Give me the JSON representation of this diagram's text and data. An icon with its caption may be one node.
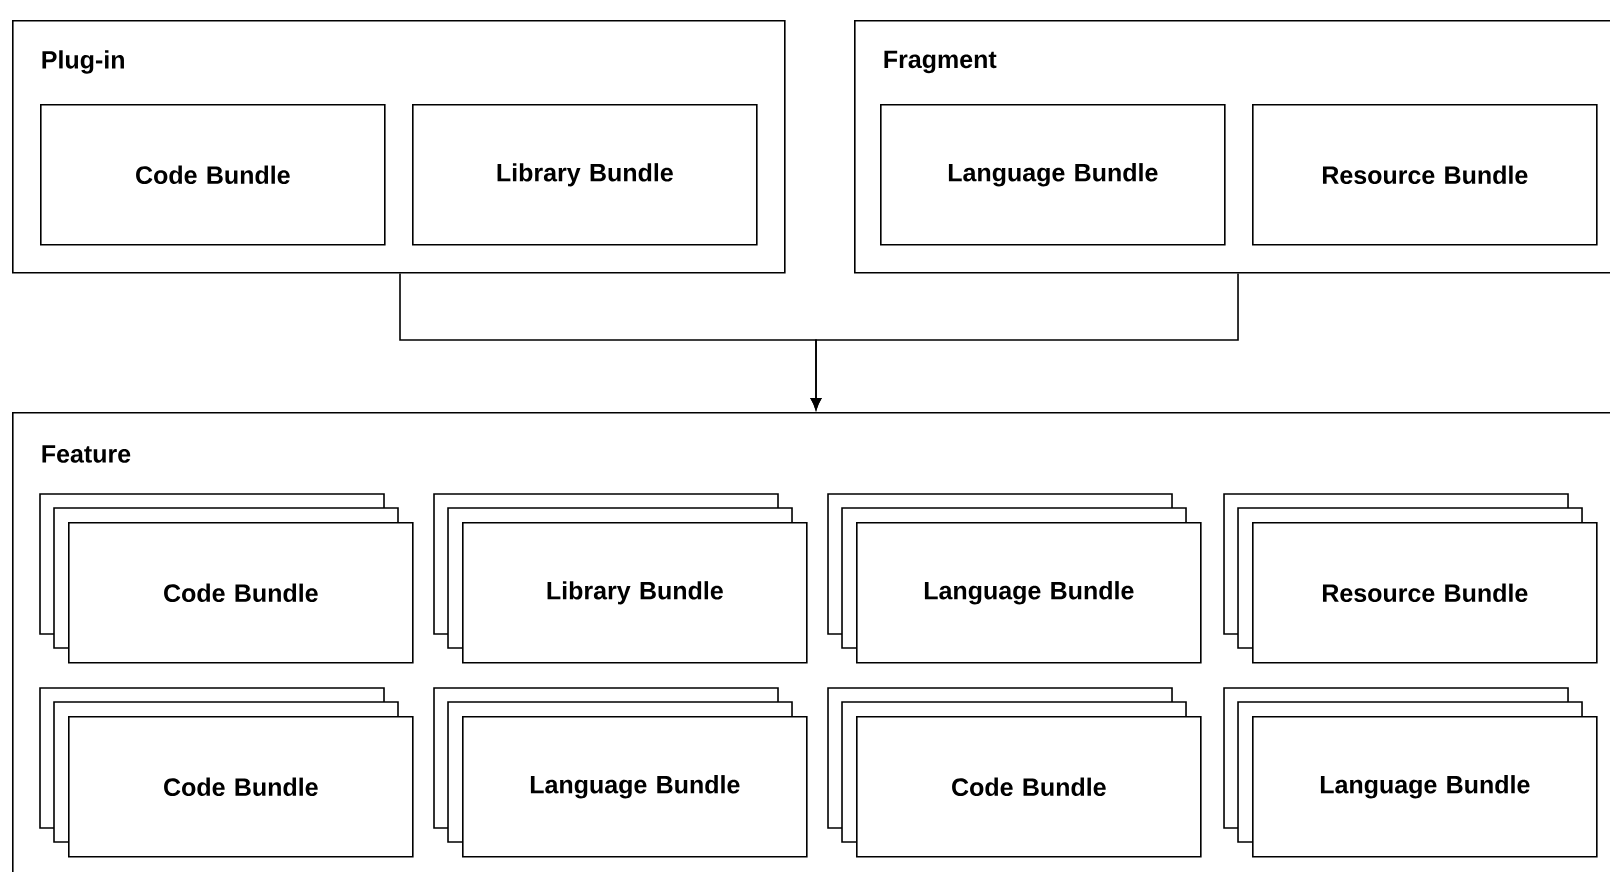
{
  "diagram": {
    "nodes": [
      {
        "text": [
          "Plug-in"
        ]
      },
      {
        "text": [
          "Code Bundle"
        ],
        "in": 0
      },
      {
        "text": [
          "Library Bundle"
        ],
        "in": 0
      },
      {
        "text": [
          "Fragment"
        ]
      },
      {
        "text": [
          "Language Bundle"
        ],
        "in": 3
      },
      {
        "text": [
          "Resource Bundle"
        ],
        "in": 3
      },
      {
        "text": [
          "Feature"
        ]
      },
      {
        "text": [
          "Code Bundle"
        ],
        "in": 6
      },
      {
        "text": [
          "Library Bundle"
        ],
        "in": 6
      },
      {
        "text": [
          "Language Bundle"
        ],
        "in": 6
      },
      {
        "text": [
          "Resource Bundle"
        ],
        "in": 6
      },
      {
        "text": [
          "Code Bundle"
        ],
        "in": 6
      },
      {
        "text": [
          "Language Bundle"
        ],
        "in": 6
      },
      {
        "text": [
          "Code Bundle"
        ],
        "in": 6
      },
      {
        "text": [
          "Language Bundle"
        ],
        "in": 6
      }
    ],
    "edges": [
      {
        "from": 0,
        "to": 6,
        "arrow": "to"
      },
      {
        "from": 3,
        "to": 6,
        "arrow": "to"
      }
    ]
  }
}
